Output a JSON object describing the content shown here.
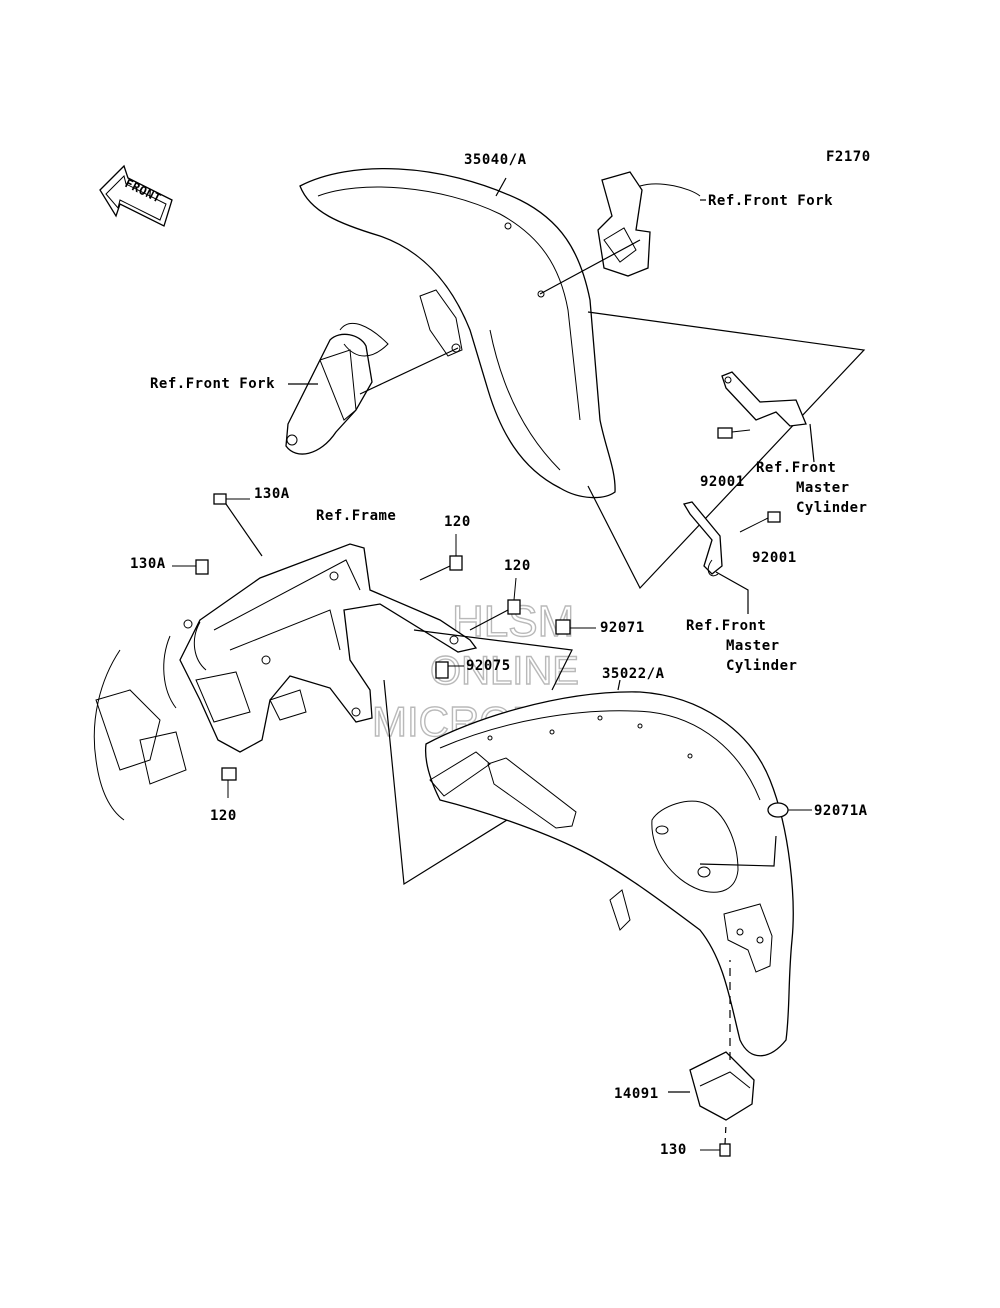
{
  "figure_code": "F2170",
  "front_arrow_text": "FRONT",
  "watermark": [
    "HLSM",
    "ONLINE",
    "MICROFICHE"
  ],
  "labels": {
    "front_fender": "35040/A",
    "ref_front_fork_upper": "Ref.Front Fork",
    "ref_front_fork_left": "Ref.Front Fork",
    "bolt_92001_a": "92001",
    "bolt_92001_b": "92001",
    "ref_master_cyl_a": [
      "Ref.Front",
      "Master",
      "Cylinder"
    ],
    "ref_master_cyl_b": [
      "Ref.Front",
      "Master",
      "Cylinder"
    ],
    "bolt_130a_a": "130A",
    "bolt_130a_b": "130A",
    "ref_frame": "Ref.Frame",
    "bolt_120_a": "120",
    "bolt_120_b": "120",
    "bolt_120_c": "120",
    "part_92071": "92071",
    "part_92075": "92075",
    "rear_fender": "35022/A",
    "part_92071a": "92071A",
    "part_14091": "14091",
    "bolt_130": "130"
  }
}
